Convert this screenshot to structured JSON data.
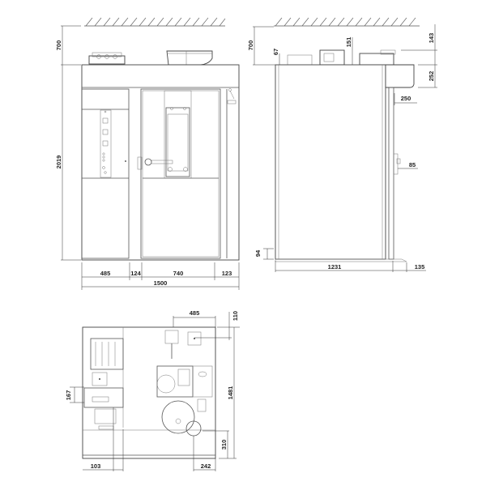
{
  "drawing": {
    "type": "technical dimension drawing",
    "views": {
      "front": {
        "ceiling_clearance": "700",
        "height": "2019",
        "widths": [
          "485",
          "124",
          "740",
          "123"
        ],
        "total_width": "1500"
      },
      "side": {
        "ceiling_clearance": "700",
        "top_equipment_height_left": "67",
        "top_equipment_height_mid": "151",
        "top_equipment_height_right": "143",
        "hood_height": "252",
        "hood_depth": "250",
        "handle_projection": "85",
        "base_height": "94",
        "depth": "1231",
        "rear_offset": "135"
      },
      "plan": {
        "top_offset_width": "485",
        "top_offset_height": "110",
        "left_offset_height": "167",
        "total_depth": "1481",
        "bottom_right_height": "310",
        "bottom_left_width": "103",
        "bottom_right_width": "242"
      }
    }
  },
  "colors": {
    "line": "#555555",
    "text": "#222222",
    "background": "#ffffff"
  }
}
